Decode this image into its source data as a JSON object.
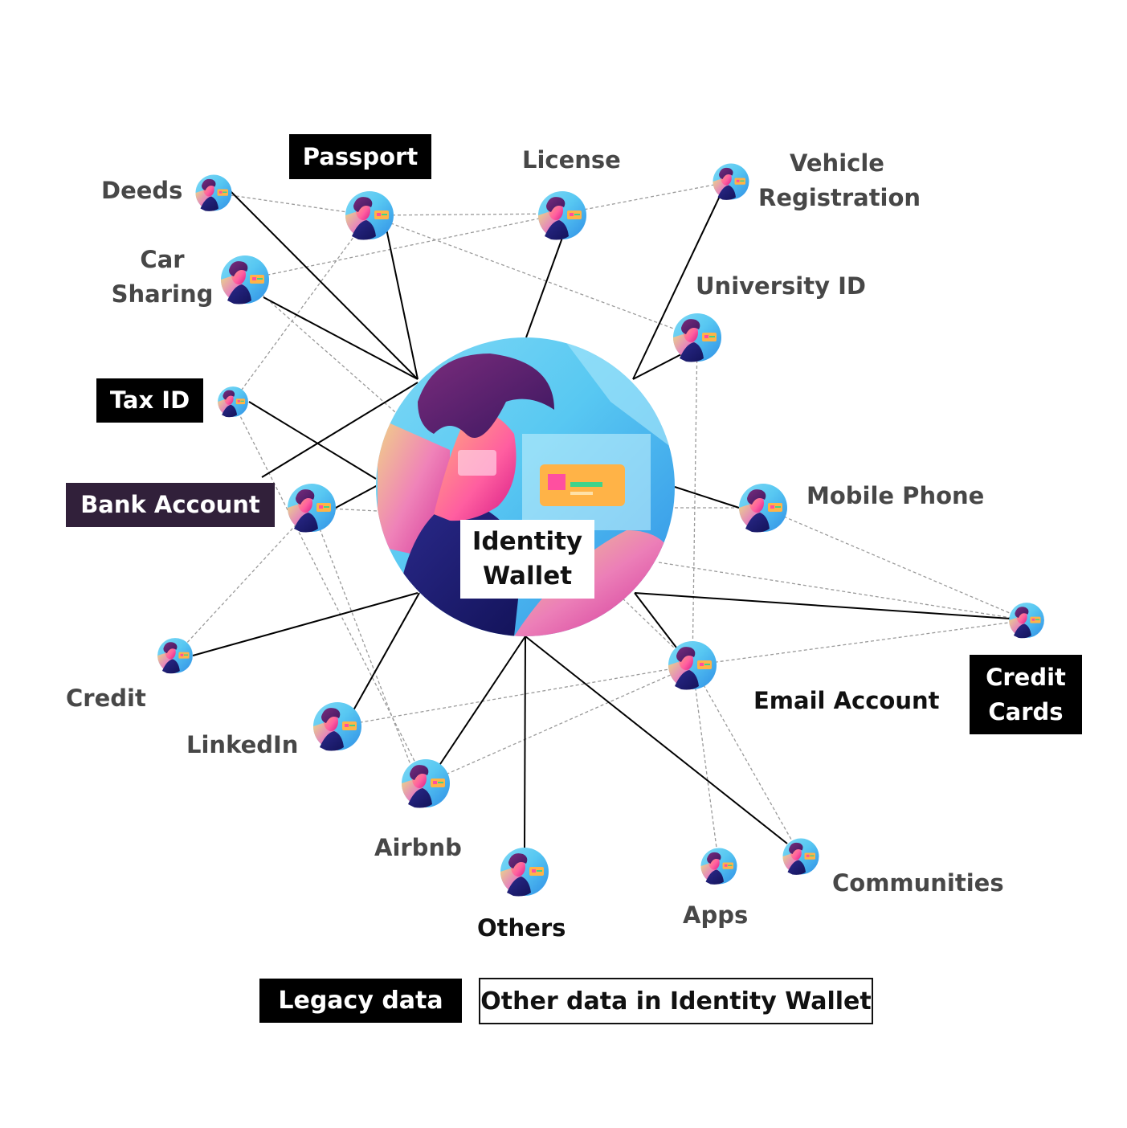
{
  "center": {
    "line1": "Identity",
    "line2": "Wallet"
  },
  "labels": {
    "deeds": "Deeds",
    "passport": "Passport",
    "license": "License",
    "vehicle_1": "Vehicle",
    "vehicle_2": "Registration",
    "car_1": "Car",
    "car_2": "Sharing",
    "university_id": "University ID",
    "tax_id": "Tax ID",
    "bank_account": "Bank Account",
    "mobile_phone": "Mobile Phone",
    "credit": "Credit",
    "credit_cards_1": "Credit",
    "credit_cards_2": "Cards",
    "email_account": "Email Account",
    "linkedin": "LinkedIn",
    "airbnb": "Airbnb",
    "others": "Others",
    "apps": "Apps",
    "communities": "Communities"
  },
  "legend": {
    "legacy": "Legacy data",
    "other": "Other data in Identity Wallet"
  },
  "colors": {
    "legacy_fill": "#000000",
    "bank_account_fill": "#31203a",
    "label_text": "#474747",
    "connector": "#000000",
    "dashed": "#9a9a9a"
  }
}
